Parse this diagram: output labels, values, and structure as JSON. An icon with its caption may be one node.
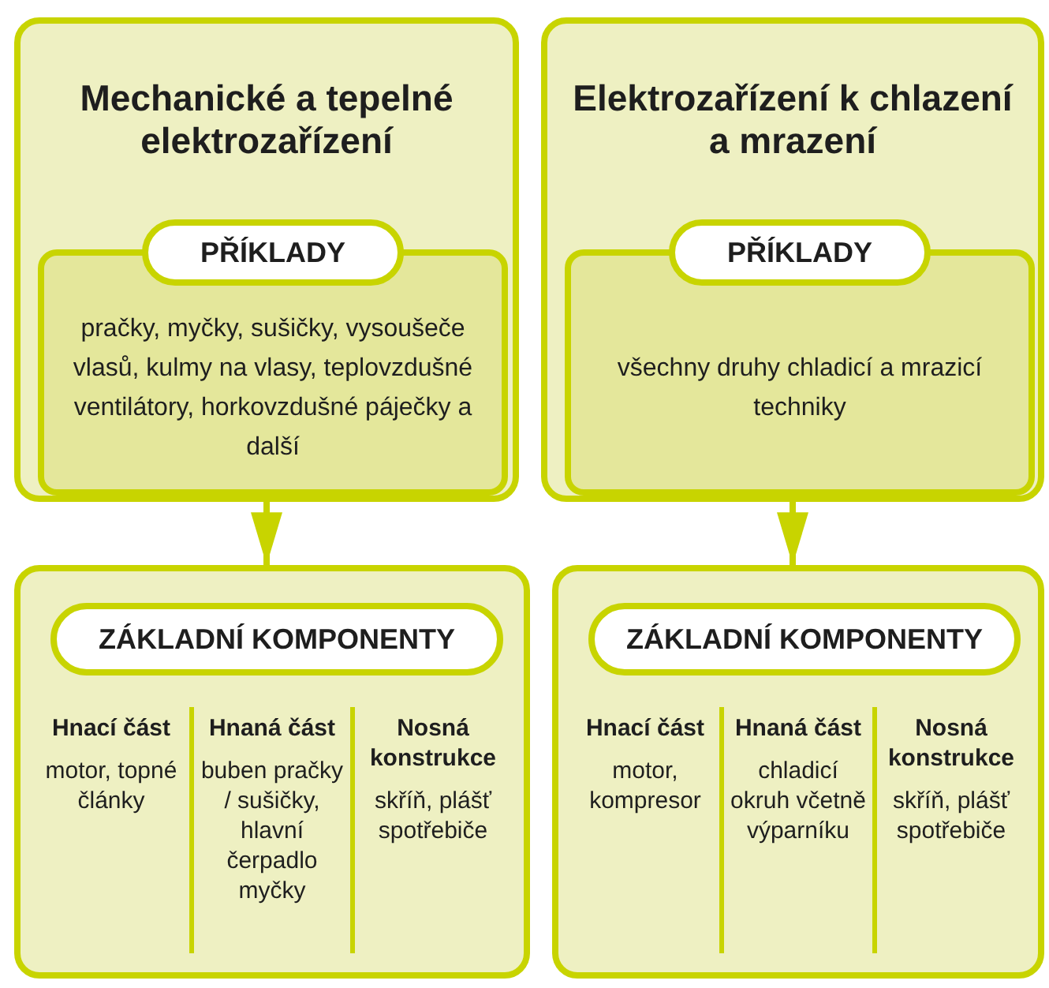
{
  "diagram": {
    "nodes": [
      {
        "text": [
          "Mechanické a tepelné elektrozařízení"
        ]
      },
      {
        "text": [
          "PŘÍKLADY"
        ],
        "in": 0
      },
      {
        "text": [
          "pračky, myčky, sušičky, vysoušeče vlasů, kulmy na vlasy, teplovzdušné ventilátory, horkovzdušné páječky a další"
        ],
        "in": 0
      },
      {
        "text": [
          "Elektrozařízení k chlazení a mrazení"
        ]
      },
      {
        "text": [
          "PŘÍKLADY"
        ],
        "in": 3
      },
      {
        "text": [
          "všechny druhy chladicí a mrazicí techniky"
        ],
        "in": 3
      },
      {
        "text": [
          "Hnací část",
          "motor, topné články",
          "Hnaná část",
          "buben pračky / sušičky, hlavní čerpadlo myčky",
          "Nosná konstrukce",
          "skříň, plášť spotřebiče"
        ]
      },
      {
        "text": [
          "ZÁKLADNÍ KOMPONENTY"
        ],
        "in": 6
      },
      {
        "text": [
          "Hnací část",
          "motor, kompresor",
          "Hnaná část",
          "chladicí okruh včetně výparníku",
          "Nosná konstrukce",
          "skříň, plášť spotřebiče"
        ]
      },
      {
        "text": [
          "ZÁKLADNÍ KOMPONENTY"
        ],
        "in": 8
      }
    ],
    "edges": [
      {
        "from": 0,
        "to": 6,
        "arrow": "to"
      },
      {
        "from": 3,
        "to": 8,
        "arrow": "to"
      }
    ]
  }
}
